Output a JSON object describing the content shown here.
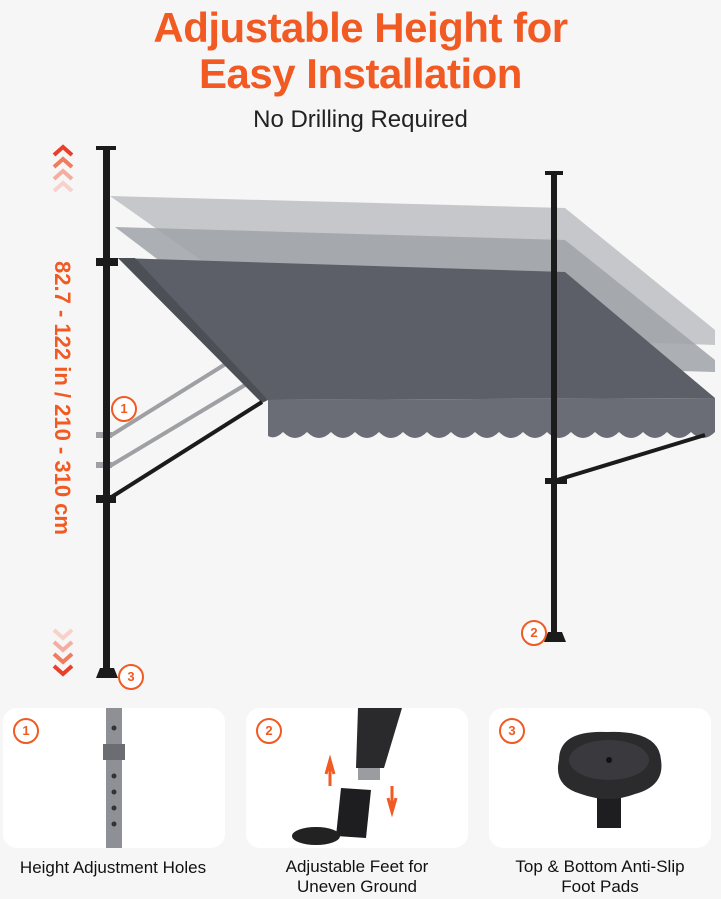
{
  "header": {
    "title_line1": "Adjustable Height for",
    "title_line2": "Easy Installation",
    "subtitle": "No Drilling Required"
  },
  "height_range": {
    "label": "82.7 - 122 in / 210 - 310 cm"
  },
  "callouts": {
    "one": "1",
    "two": "2",
    "three": "3"
  },
  "features": [
    {
      "number": "1",
      "caption_line1": "Height Adjustment Holes",
      "caption_line2": ""
    },
    {
      "number": "2",
      "caption_line1": "Adjustable Feet for",
      "caption_line2": "Uneven Ground"
    },
    {
      "number": "3",
      "caption_line1": "Top & Bottom Anti-Slip",
      "caption_line2": "Foot Pads"
    }
  ],
  "colors": {
    "accent": "#f15a22",
    "canopy": "#5c5f67",
    "pole": "#1b1b1b"
  }
}
